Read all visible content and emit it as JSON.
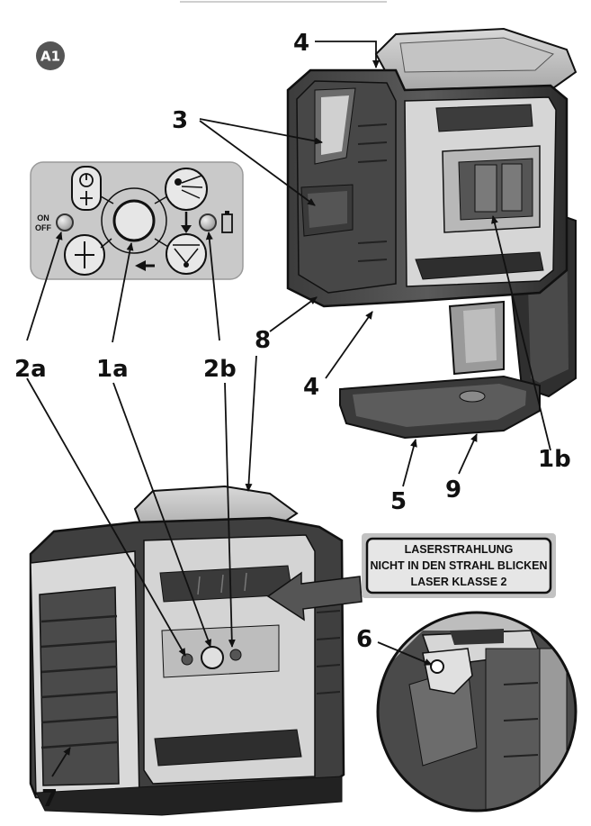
{
  "figure_badge": "A1",
  "labels": {
    "l1a": "1a",
    "l1b": "1b",
    "l2a": "2a",
    "l2b": "2b",
    "l3": "3",
    "l4_top": "4",
    "l4_bottom": "4",
    "l5": "5",
    "l6": "6",
    "l7": "7",
    "l8": "8",
    "l9": "9"
  },
  "control_panel": {
    "on_label": "ON",
    "off_label": "OFF"
  },
  "warning_label": {
    "line1": "LASERSTRAHLUNG",
    "line2": "NICHT IN DEN STRAHL BLICKEN",
    "line3": "LASER KLASSE 2"
  },
  "icons": [
    "power-plumb-icon",
    "plumb-icon",
    "horizontal-beam-icon",
    "cross-beam-icon",
    "battery-icon",
    "arrow-icon"
  ]
}
